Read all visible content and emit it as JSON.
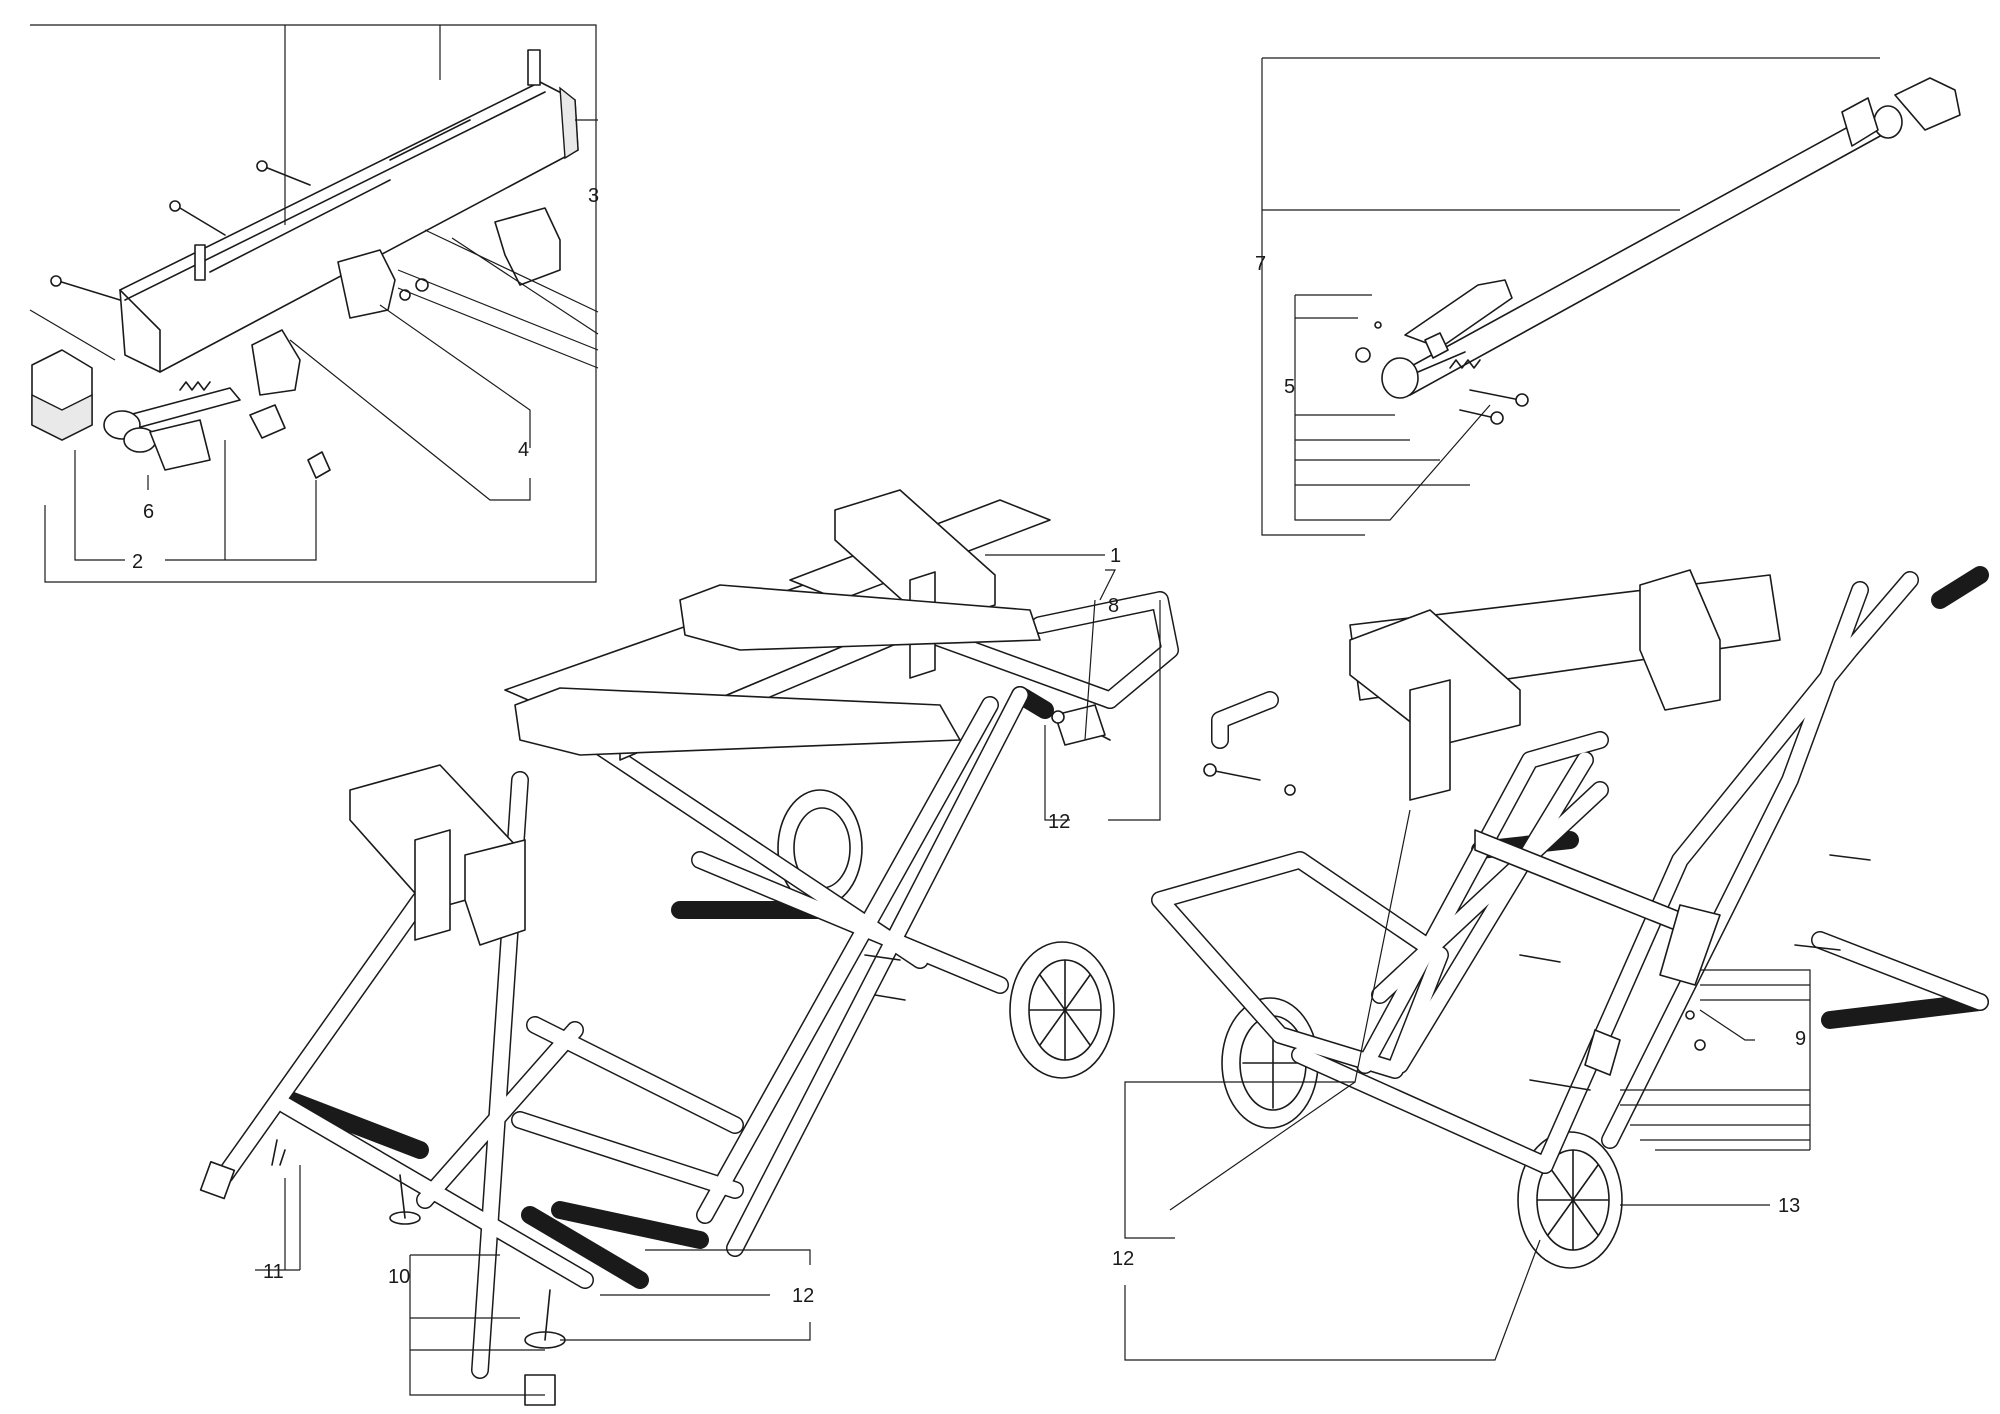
{
  "callouts": [
    {
      "id": "c1",
      "label": "1"
    },
    {
      "id": "c2",
      "label": "2"
    },
    {
      "id": "c3",
      "label": "3"
    },
    {
      "id": "c4",
      "label": "4"
    },
    {
      "id": "c5",
      "label": "5"
    },
    {
      "id": "c6",
      "label": "6"
    },
    {
      "id": "c7",
      "label": "7"
    },
    {
      "id": "c8",
      "label": "8"
    },
    {
      "id": "c9",
      "label": "9"
    },
    {
      "id": "c10",
      "label": "10"
    },
    {
      "id": "c11",
      "label": "11"
    },
    {
      "id": "c12a",
      "label": "12"
    },
    {
      "id": "c12b",
      "label": "12"
    },
    {
      "id": "c12c",
      "label": "12"
    },
    {
      "id": "c13",
      "label": "13"
    }
  ]
}
